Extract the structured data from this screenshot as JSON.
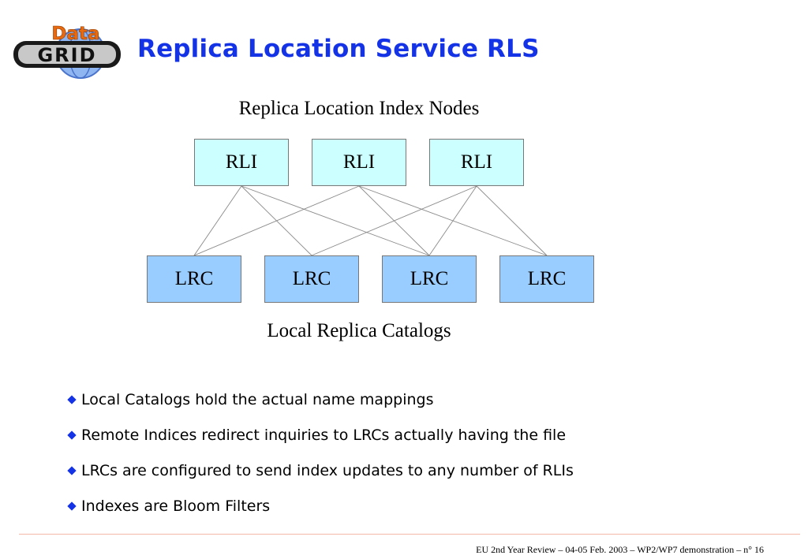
{
  "logo": {
    "word_top": "Data",
    "word_bottom": "GRID"
  },
  "title": "Replica Location Service RLS",
  "diagram": {
    "top_caption": "Replica Location Index Nodes",
    "bottom_caption": "Local Replica Catalogs",
    "rli_nodes": [
      {
        "label": "RLI"
      },
      {
        "label": "RLI"
      },
      {
        "label": "RLI"
      }
    ],
    "lrc_nodes": [
      {
        "label": "LRC"
      },
      {
        "label": "LRC"
      },
      {
        "label": "LRC"
      },
      {
        "label": "LRC"
      }
    ],
    "connections": [
      {
        "from": "rli-1",
        "to": "lrc-1"
      },
      {
        "from": "rli-1",
        "to": "lrc-2"
      },
      {
        "from": "rli-1",
        "to": "lrc-3"
      },
      {
        "from": "rli-2",
        "to": "lrc-1"
      },
      {
        "from": "rli-2",
        "to": "lrc-3"
      },
      {
        "from": "rli-2",
        "to": "lrc-4"
      },
      {
        "from": "rli-3",
        "to": "lrc-2"
      },
      {
        "from": "rli-3",
        "to": "lrc-3"
      },
      {
        "from": "rli-3",
        "to": "lrc-4"
      }
    ]
  },
  "bullets": [
    "Local Catalogs hold the actual name mappings",
    "Remote Indices redirect inquiries to LRCs actually having the file",
    "LRCs are configured to send index updates to any number of RLIs",
    "Indexes are Bloom Filters"
  ],
  "footer": "EU 2nd Year Review – 04-05 Feb. 2003 – WP2/WP7 demonstration –  n° 16",
  "colors": {
    "title": "#1433e6",
    "rli_fill": "#ccffff",
    "lrc_fill": "#99ccff",
    "bullet_marker": "#1433e6",
    "footer_rule": "#f4b8a8"
  }
}
